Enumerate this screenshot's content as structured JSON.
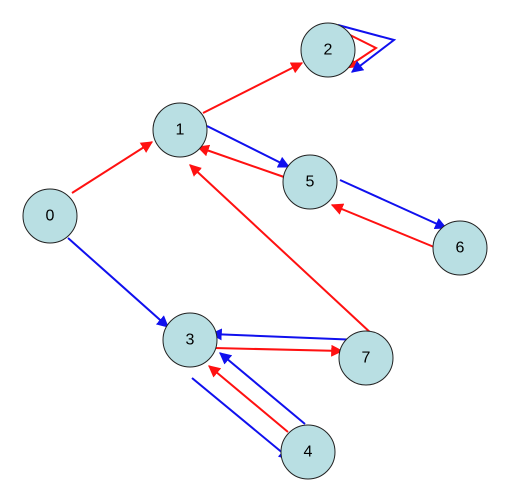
{
  "colors": {
    "red": "#ff1111",
    "blue": "#1010ee",
    "node_fill": "#b9dfe3"
  },
  "nodes": [
    {
      "id": "0",
      "label": "0"
    },
    {
      "id": "1",
      "label": "1"
    },
    {
      "id": "2",
      "label": "2"
    },
    {
      "id": "3",
      "label": "3"
    },
    {
      "id": "4",
      "label": "4"
    },
    {
      "id": "5",
      "label": "5"
    },
    {
      "id": "6",
      "label": "6"
    },
    {
      "id": "7",
      "label": "7"
    }
  ],
  "edges": [
    {
      "from": "0",
      "to": "1",
      "color": "red"
    },
    {
      "from": "1",
      "to": "2",
      "color": "red"
    },
    {
      "from": "2",
      "to": "2",
      "color": "red"
    },
    {
      "from": "2",
      "to": "2",
      "color": "blue"
    },
    {
      "from": "1",
      "to": "5",
      "color": "blue"
    },
    {
      "from": "5",
      "to": "1",
      "color": "red"
    },
    {
      "from": "5",
      "to": "6",
      "color": "blue"
    },
    {
      "from": "6",
      "to": "5",
      "color": "red"
    },
    {
      "from": "0",
      "to": "3",
      "color": "blue"
    },
    {
      "from": "7",
      "to": "3",
      "color": "blue"
    },
    {
      "from": "3",
      "to": "7",
      "color": "red"
    },
    {
      "from": "7",
      "to": "1",
      "color": "red"
    },
    {
      "from": "3",
      "to": "4",
      "color": "blue"
    },
    {
      "from": "4",
      "to": "3",
      "color": "red"
    },
    {
      "from": "4",
      "to": "3",
      "color": "blue"
    }
  ]
}
